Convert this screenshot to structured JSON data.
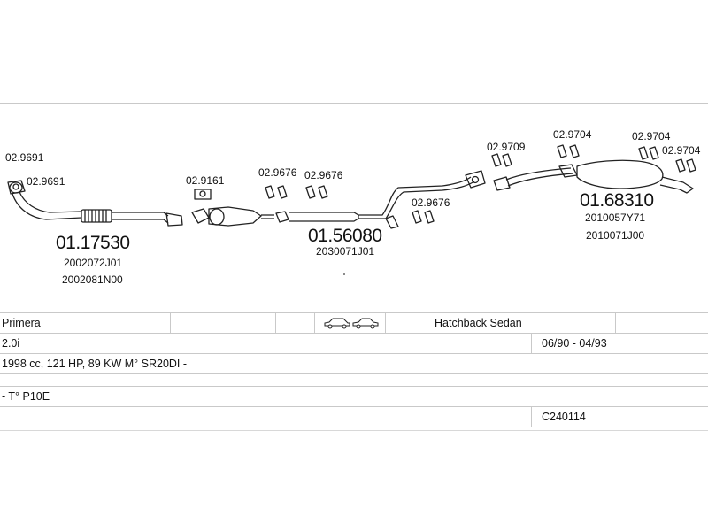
{
  "diagram": {
    "clamps": {
      "c1": "02.9691",
      "c2": "02.9691",
      "c3": "02.9161",
      "c4": "02.9676",
      "c5": "02.9676",
      "c6": "02.9676",
      "c7": "02.9709",
      "c8": "02.9704",
      "c9": "02.9704",
      "c10": "02.9704"
    },
    "parts": {
      "front_pipe": {
        "number": "01.17530",
        "oem1": "2002072J01",
        "oem2": "2002081N00"
      },
      "center_pipe": {
        "number": "01.56080",
        "oem1": "2030071J01"
      },
      "rear_muffler": {
        "number": "01.68310",
        "oem1": "2010057Y71",
        "oem2": "2010071J00"
      }
    }
  },
  "vehicle": {
    "model": "Primera",
    "body": "Hatchback Sedan",
    "engine": "2.0i",
    "years": "06/90 - 04/93",
    "spec": "1998 cc, 121 HP, 89 KW M° SR20DI -",
    "type": "- T° P10E",
    "code": "C240114"
  },
  "icons": [
    "car-hatchback-icon",
    "car-sedan-icon"
  ],
  "colors": {
    "line": "#c9c9c9",
    "text": "#111111"
  }
}
